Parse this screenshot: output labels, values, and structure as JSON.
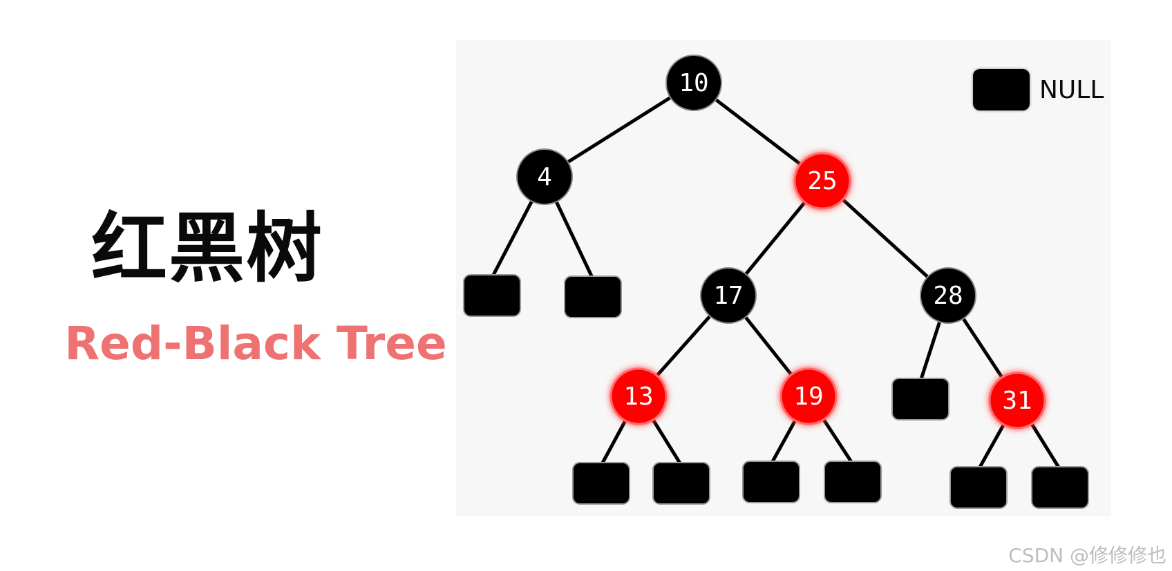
{
  "title": {
    "chinese": "红黑树",
    "english": "Red-Black Tree"
  },
  "legend": {
    "label": "NULL",
    "color": "#000000"
  },
  "watermark": "CSDN @修修修也",
  "colors": {
    "red": "#ff0000",
    "black": "#000000",
    "null": "#000000"
  },
  "tree": {
    "nodes": [
      {
        "id": "n10",
        "label": "10",
        "color": "black"
      },
      {
        "id": "n4",
        "label": "4",
        "color": "black"
      },
      {
        "id": "n25",
        "label": "25",
        "color": "red"
      },
      {
        "id": "n17",
        "label": "17",
        "color": "black"
      },
      {
        "id": "n28",
        "label": "28",
        "color": "black"
      },
      {
        "id": "n13",
        "label": "13",
        "color": "red"
      },
      {
        "id": "n19",
        "label": "19",
        "color": "red"
      },
      {
        "id": "n31",
        "label": "31",
        "color": "red"
      }
    ],
    "null_leaves": [
      "nl4a",
      "nl4b",
      "nl13a",
      "nl13b",
      "nl19a",
      "nl19b",
      "nl28a",
      "nl31a",
      "nl31b"
    ],
    "edges": [
      [
        "n10",
        "n4"
      ],
      [
        "n10",
        "n25"
      ],
      [
        "n4",
        "nl4a"
      ],
      [
        "n4",
        "nl4b"
      ],
      [
        "n25",
        "n17"
      ],
      [
        "n25",
        "n28"
      ],
      [
        "n17",
        "n13"
      ],
      [
        "n17",
        "n19"
      ],
      [
        "n28",
        "nl28a"
      ],
      [
        "n28",
        "n31"
      ],
      [
        "n13",
        "nl13a"
      ],
      [
        "n13",
        "nl13b"
      ],
      [
        "n19",
        "nl19a"
      ],
      [
        "n19",
        "nl19b"
      ],
      [
        "n31",
        "nl31a"
      ],
      [
        "n31",
        "nl31b"
      ]
    ]
  }
}
